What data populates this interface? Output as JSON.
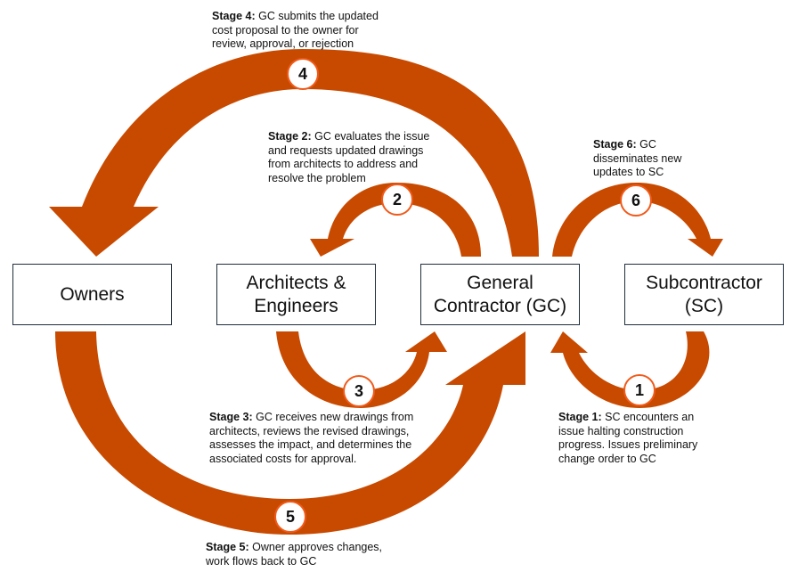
{
  "colors": {
    "dark_orange": "#c84a00",
    "bright_orange": "#ff5a0a",
    "border": "#1f2e3c",
    "circle_border": "#f05a1a"
  },
  "boxes": {
    "owners": "Owners",
    "architects": "Architects &\nEngineers",
    "gc": "General\nContractor (GC)",
    "sc": "Subcontractor\n(SC)"
  },
  "stages": [
    {
      "number": "1",
      "label": "Stage 1:",
      "text": " SC encounters an issue halting construction progress. Issues preliminary change order to GC"
    },
    {
      "number": "2",
      "label": "Stage 2:",
      "text": " GC evaluates the issue and requests updated drawings from architects to address and resolve the problem"
    },
    {
      "number": "3",
      "label": "Stage 3:",
      "text": " GC receives new drawings from architects, reviews the revised drawings, assesses the impact, and determines the associated costs for approval."
    },
    {
      "number": "4",
      "label": "Stage 4:",
      "text": " GC submits the updated cost proposal to the owner for review, approval, or rejection"
    },
    {
      "number": "5",
      "label": "Stage 5:",
      "text": " Owner approves changes, work flows back to GC"
    },
    {
      "number": "6",
      "label": "Stage 6:",
      "text": " GC disseminates new updates to SC"
    }
  ]
}
